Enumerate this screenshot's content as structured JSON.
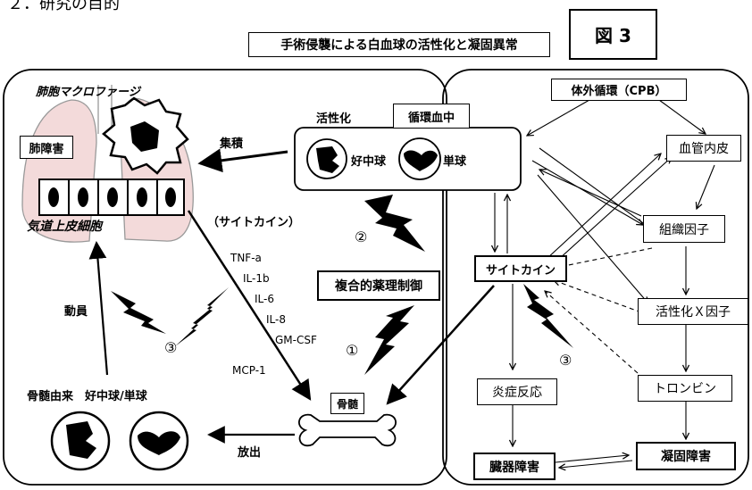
{
  "header_partial": "２．研究の目的",
  "figure_label": "図 3",
  "title": "手術侵襲による白血球の活性化と凝固異常",
  "lung": {
    "macrophage_label": "肺胞マクロファージ",
    "injury_label": "肺障害",
    "epithelium_label": "気道上皮細胞"
  },
  "blood": {
    "activation_label": "活性化",
    "circulation_label": "循環血中",
    "neutrophil_label": "好中球",
    "monocyte_label": "単球"
  },
  "accumulation_label": "集積",
  "cytokine_paren_label": "（サイトカイン）",
  "cytokines": [
    "TNF-a",
    "IL-1b",
    "IL-6",
    "IL-8",
    "GM-CSF"
  ],
  "mcp_label": "MCP-1",
  "mobilize_label": "動員",
  "pharma_label": "複合的薬理制御",
  "numbers": {
    "n1": "①",
    "n2": "②",
    "n3a": "③",
    "n3b": "③"
  },
  "marrow_label": "骨髄",
  "marrow_origin_label": "骨髄由来　好中球/単球",
  "release_label": "放出",
  "right": {
    "cpb": "体外循環（CPB）",
    "endothelium": "血管内皮",
    "tissue_factor": "組織因子",
    "cytokine": "サイトカイン",
    "factor_x": "活性化Ｘ因子",
    "thrombin": "トロンビン",
    "inflammation": "炎症反応",
    "organ_injury": "臓器障害",
    "coag_injury": "凝固障害"
  }
}
